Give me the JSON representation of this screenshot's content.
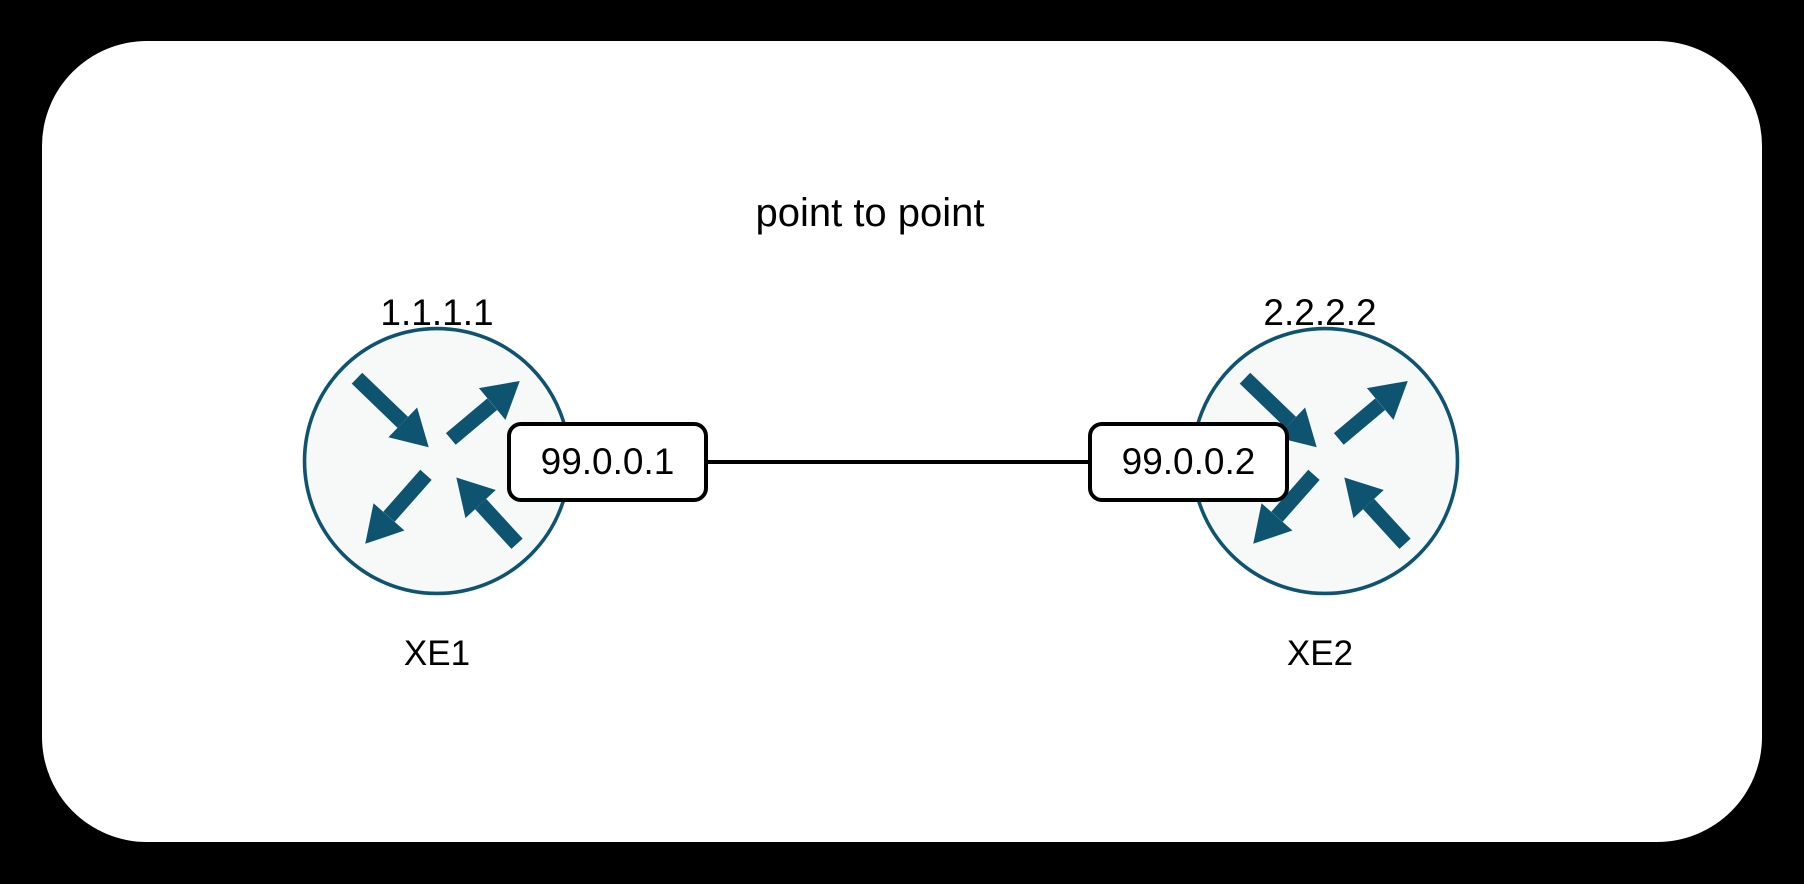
{
  "title": "point to point",
  "nodes": [
    {
      "name": "XE1",
      "router_id": "1.1.1.1",
      "interface_ip": "99.0.0.1"
    },
    {
      "name": "XE2",
      "router_id": "2.2.2.2",
      "interface_ip": "99.0.0.2"
    }
  ],
  "link": {
    "endpoint_a_label": "99.0.0.1",
    "endpoint_b_label": "99.0.0.2"
  },
  "icons": {
    "router": "cisco-router-four-arrows-icon"
  },
  "colors": {
    "router_stroke": "#0e5471",
    "router_fill": "#f7f8f8",
    "canvas_bg": "#ffffff",
    "page_bg": "#000000",
    "line_color": "#000000",
    "text_color": "#000000"
  }
}
